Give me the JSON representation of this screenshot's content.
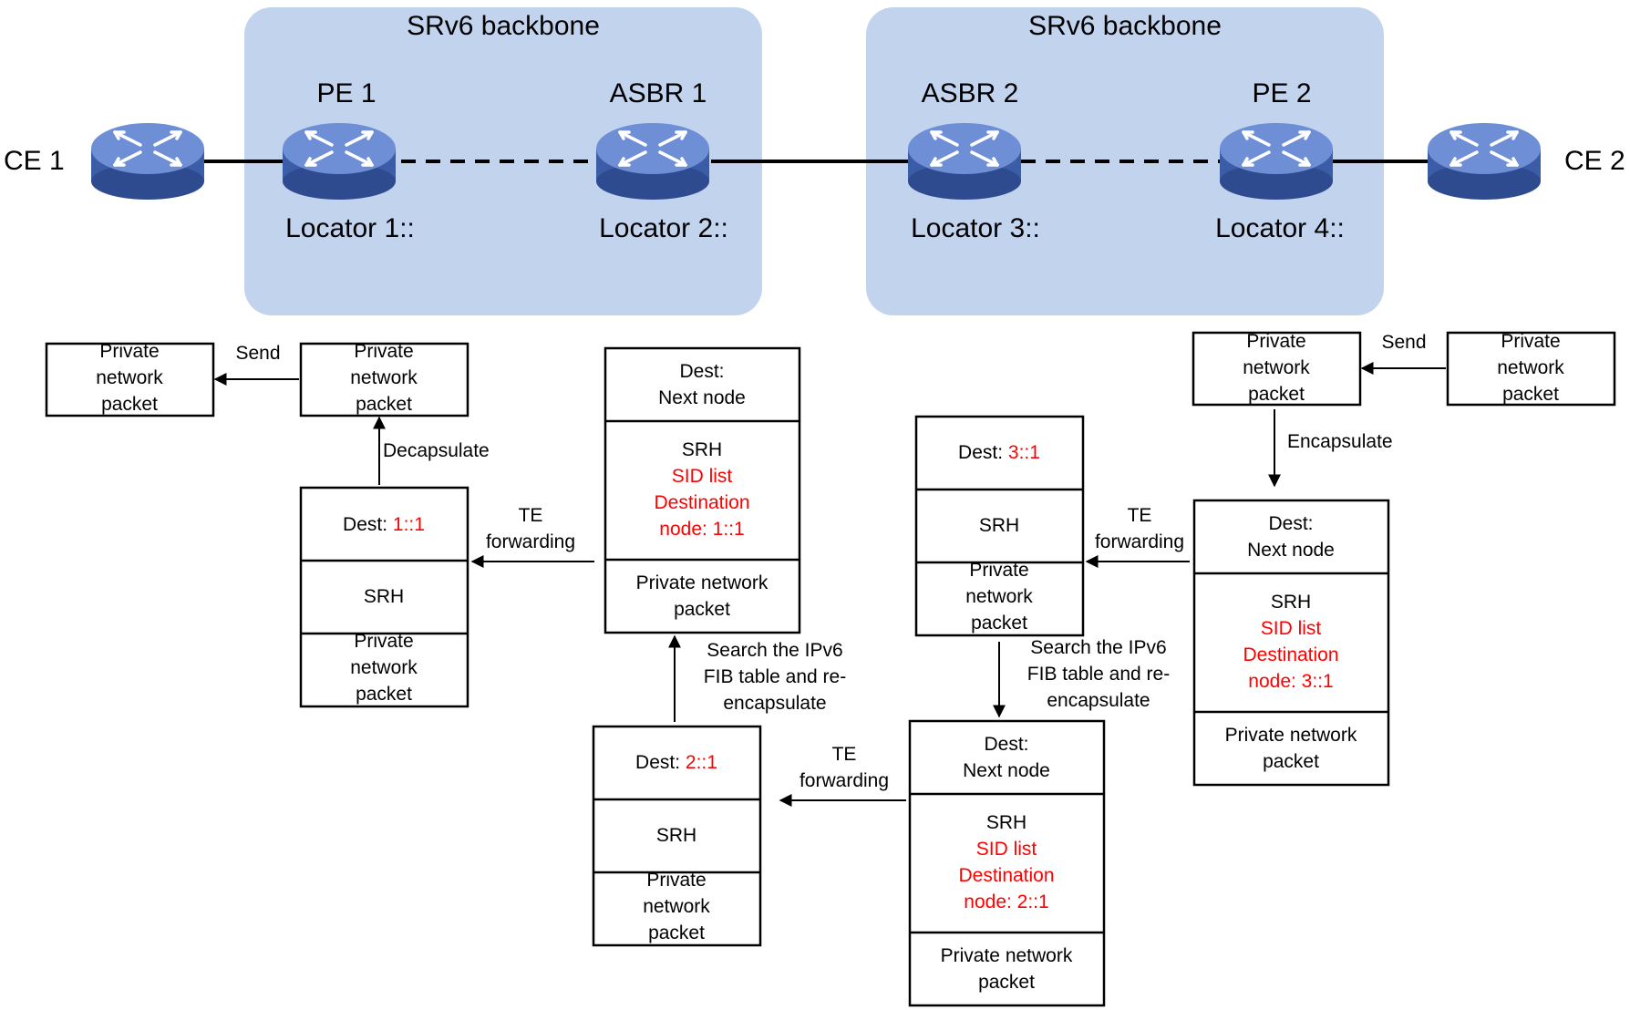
{
  "colors": {
    "backbone_fill": "#c2d3ee",
    "router_body": "#3b5ca6",
    "router_top": "#6e8fd6",
    "highlight": "#ff0000",
    "line": "#000000"
  },
  "backbones": [
    {
      "label": "SRv6 backbone"
    },
    {
      "label": "SRv6 backbone"
    }
  ],
  "nodes": [
    {
      "name": "CE 1",
      "locator": ""
    },
    {
      "name": "PE 1",
      "locator": "Locator 1::"
    },
    {
      "name": "ASBR 1",
      "locator": "Locator 2::"
    },
    {
      "name": "ASBR 2",
      "locator": "Locator 3::"
    },
    {
      "name": "PE 2",
      "locator": "Locator 4::"
    },
    {
      "name": "CE 2",
      "locator": ""
    }
  ],
  "labels": {
    "private_packet": [
      "Private",
      "network",
      "packet"
    ],
    "private_packet_wide": [
      "Private network",
      "packet"
    ],
    "dest_prefix": "Dest: ",
    "dest_next": [
      "Dest:",
      "Next node"
    ],
    "srh": "SRH",
    "sid_list": "SID list",
    "destination": "Destination",
    "node_prefix": "node: ",
    "send": "Send",
    "encapsulate": "Encapsulate",
    "decapsulate": "Decapsulate",
    "te_forwarding": [
      "TE",
      "forwarding"
    ],
    "search_fib": [
      "Search the IPv6",
      "FIB table and re-",
      "encapsulate"
    ]
  },
  "sids": {
    "pe1": "1::1",
    "asbr1": "2::1",
    "asbr2": "3::1"
  }
}
